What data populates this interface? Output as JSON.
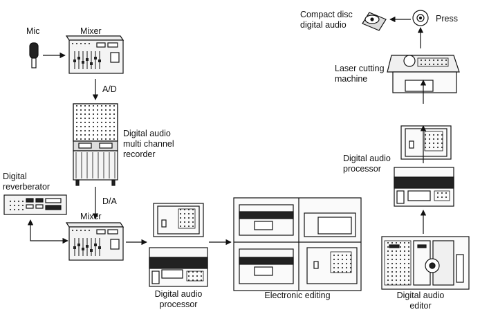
{
  "labels": {
    "mic": "Mic",
    "mixer_top": "Mixer",
    "ad": "A/D",
    "recorder": "Digital audio\nmulti channel\nrecorder",
    "da": "D/A",
    "reverb": "Digital\nreverberator",
    "mixer_bottom": "Mixer",
    "processor_left": "Digital audio\nprocessor",
    "editing": "Electronic editing",
    "editor": "Digital audio\neditor",
    "processor_right": "Digital audio\nprocessor",
    "laser": "Laser cutting\nmachine",
    "press": "Press",
    "cd": "Compact disc\ndigital audio"
  }
}
